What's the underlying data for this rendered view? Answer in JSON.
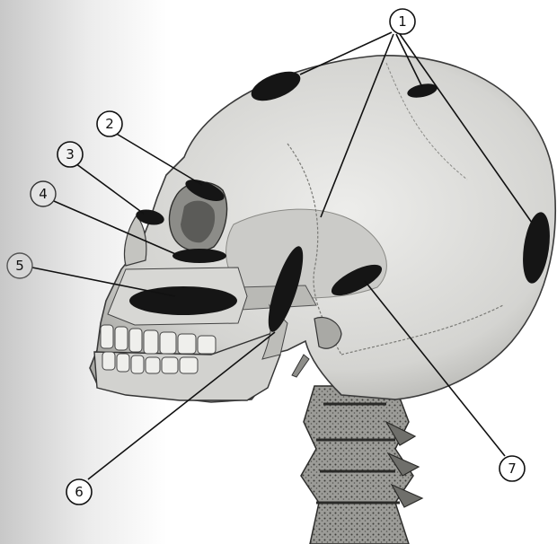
{
  "diagram": {
    "callouts": [
      {
        "id": "1",
        "text": "1"
      },
      {
        "id": "2",
        "text": "2"
      },
      {
        "id": "3",
        "text": "3"
      },
      {
        "id": "4",
        "text": "4"
      },
      {
        "id": "5",
        "text": "5"
      },
      {
        "id": "6",
        "text": "6"
      },
      {
        "id": "7",
        "text": "7"
      }
    ],
    "colors": {
      "bone": "#d9d9d6",
      "bone_shadow": "#9a9a96",
      "outline": "#3a3a3a",
      "marker": "#1a1a1a",
      "page_gray": "#cfcfcf"
    }
  }
}
